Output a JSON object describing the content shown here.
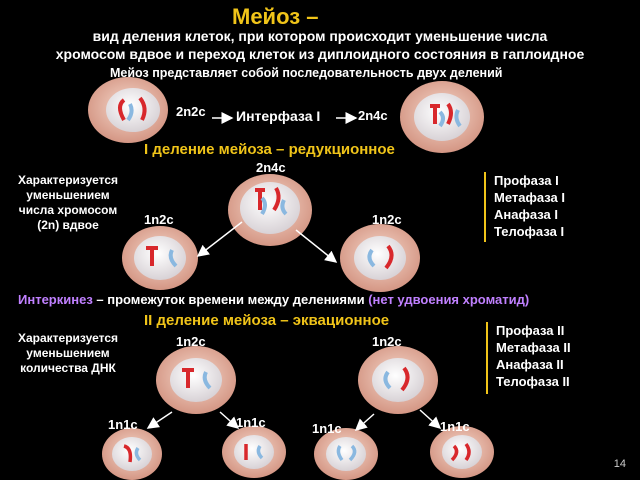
{
  "title": "Мейоз –",
  "definition_line1": "вид  деления клеток, при котором происходит уменьшение числа",
  "definition_line2": "хромосом вдвое и переход клеток из диплоидного состояния в гаплоидное",
  "definition_line3": "Мейоз представляет собой последовательность двух делений",
  "interphase": {
    "left_label": "2n2c",
    "arrow_label": "Интерфаза I",
    "right_label": "2n4c"
  },
  "division1": {
    "title": "I деление мейоза – редукционное",
    "center_label": "2n4c",
    "left_label": "1n2c",
    "right_label": "1n2c",
    "side_text": [
      "Характеризуется",
      "уменьшением",
      "числа хромосом",
      "(2n) вдвое"
    ],
    "phases": [
      "Профаза I",
      "Метафаза I",
      "Анафаза I",
      "Телофаза I"
    ]
  },
  "interkinesis": {
    "term": "Интеркинез",
    "text": " – промежуток времени между делениями ",
    "note": "(нет удвоения хроматид)"
  },
  "division2": {
    "title": "II деление мейоза – эквационное",
    "left_label": "1n2c",
    "right_label": "1n2c",
    "side_text": [
      "Характеризуется",
      "уменьшением",
      "количества  ДНК"
    ],
    "phases": [
      "Профаза II",
      "Метафаза II",
      "Анафаза II",
      "Телофаза II"
    ],
    "bottom_labels": [
      "1n1c",
      "1n1c",
      "1n1c",
      "1n1c"
    ]
  },
  "page_number": "14",
  "colors": {
    "accent": "#f0c419",
    "cell_outer": "#e8b8a8",
    "nucleus": "#f5f0f0",
    "red_chrom": "#d8282c",
    "blue_chrom": "#8ab8e0"
  }
}
